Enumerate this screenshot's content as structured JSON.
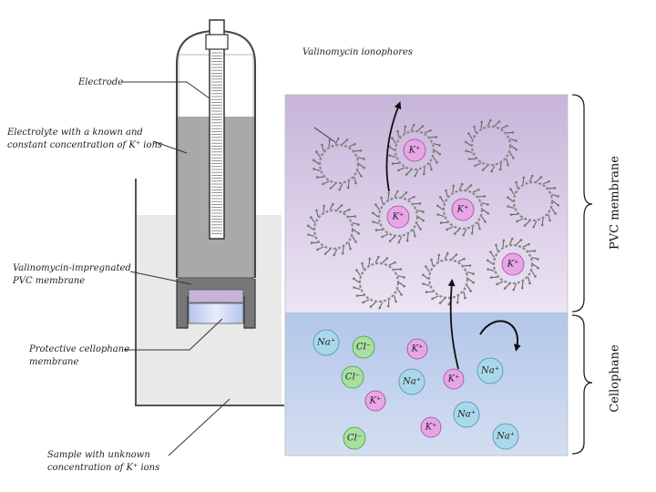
{
  "labels": {
    "electrode": "Electrode",
    "electrolyte_line1": "Electrolyte with a known and",
    "electrolyte_line2": "constant concentration of K⁺ ions",
    "valinomycin_pvc_line1": "Valinomycin-impregnated",
    "valinomycin_pvc_line2": "PVC membrane",
    "cellophane_line1": "Protective cellophane",
    "cellophane_line2": "membrane",
    "sample_line1": "Sample with unknown",
    "sample_line2": "concentration of K⁺ ions",
    "ionophores": "Valinomycin ionophores",
    "pvc_membrane": "PVC membrane",
    "cellophane": "Cellophane"
  },
  "ions": {
    "potassium": "K⁺",
    "sodium": "Na⁺",
    "chloride": "Cl⁻"
  },
  "colors": {
    "pvc_region_top": "#c9b8d8",
    "pvc_region_bottom": "#e6dcef",
    "cellophane_region": "#b9cbe8",
    "potassium": "#e8a6e6",
    "sodium": "#a9d8ea",
    "chloride": "#a8e0a0",
    "electrolyte": "#a9a9a9",
    "sample": "#e9e9e9"
  }
}
